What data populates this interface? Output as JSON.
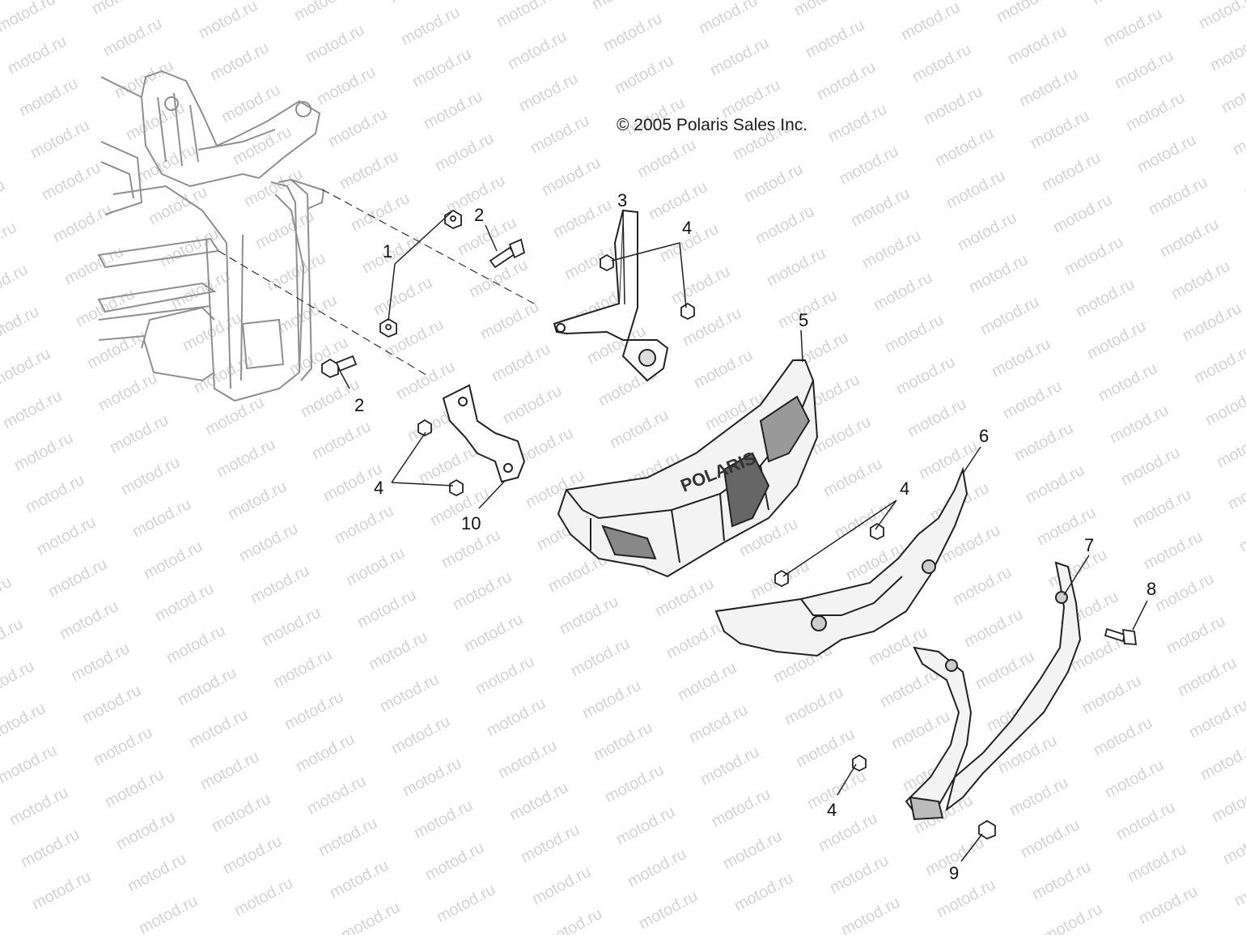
{
  "copyright": "© 2005 Polaris Sales Inc.",
  "watermark": "motod.ru",
  "bumper_logo": "POLARIS",
  "callouts": [
    {
      "id": "c1",
      "label": "1"
    },
    {
      "id": "c2a",
      "label": "2"
    },
    {
      "id": "c2b",
      "label": "2"
    },
    {
      "id": "c3",
      "label": "3"
    },
    {
      "id": "c4a",
      "label": "4"
    },
    {
      "id": "c4b",
      "label": "4"
    },
    {
      "id": "c4c",
      "label": "4"
    },
    {
      "id": "c4d",
      "label": "4"
    },
    {
      "id": "c5",
      "label": "5"
    },
    {
      "id": "c6",
      "label": "6"
    },
    {
      "id": "c7",
      "label": "7"
    },
    {
      "id": "c8",
      "label": "8"
    },
    {
      "id": "c9",
      "label": "9"
    },
    {
      "id": "c10",
      "label": "10"
    }
  ],
  "colors": {
    "line": "#222222",
    "watermark": "#d4d4d4",
    "frame": "#9a9a9a",
    "part_fill": "#f2f2f2"
  }
}
